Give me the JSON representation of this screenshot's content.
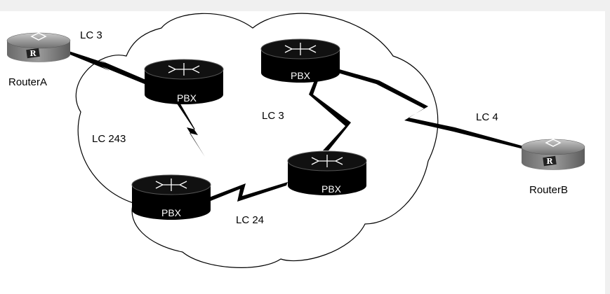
{
  "diagram": {
    "routers": [
      {
        "id": "routerA",
        "label": "RouterA",
        "badge": "R"
      },
      {
        "id": "routerB",
        "label": "RouterB",
        "badge": "R"
      }
    ],
    "pbx": [
      {
        "id": "pbx1",
        "label": "PBX"
      },
      {
        "id": "pbx2",
        "label": "PBX"
      },
      {
        "id": "pbx3",
        "label": "PBX"
      },
      {
        "id": "pbx4",
        "label": "PBX"
      }
    ],
    "links": [
      {
        "id": "l1",
        "label": "LC 3"
      },
      {
        "id": "l2",
        "label": "LC 243"
      },
      {
        "id": "l3",
        "label": "LC 3"
      },
      {
        "id": "l4",
        "label": "LC 4"
      },
      {
        "id": "l5",
        "label": "LC 24"
      }
    ]
  }
}
